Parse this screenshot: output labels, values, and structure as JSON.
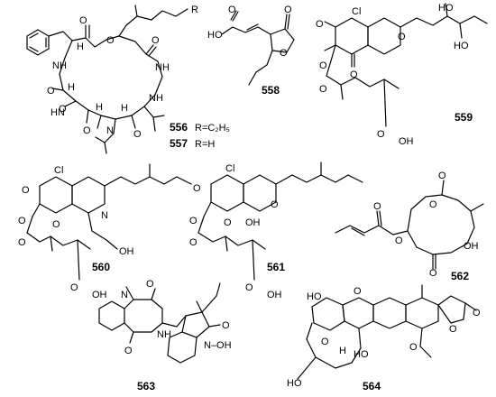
{
  "compounds": [
    {
      "id": "556",
      "label": "556",
      "substituent": "R=C₂H₅"
    },
    {
      "id": "557",
      "label": "557",
      "substituent": "R=H"
    },
    {
      "id": "558",
      "label": "558"
    },
    {
      "id": "559",
      "label": "559"
    },
    {
      "id": "560",
      "label": "560"
    },
    {
      "id": "561",
      "label": "561"
    },
    {
      "id": "562",
      "label": "562"
    },
    {
      "id": "563",
      "label": "563"
    },
    {
      "id": "564",
      "label": "564"
    }
  ],
  "atom_labels": {
    "R": "R",
    "O": "O",
    "H": "H",
    "NH": "NH",
    "HN": "HN",
    "N": "N",
    "HO": "HO",
    "OH": "OH",
    "Cl": "Cl",
    "N_OH": "N–OH"
  },
  "colors": {
    "ink": "#000000",
    "background": "#ffffff"
  }
}
